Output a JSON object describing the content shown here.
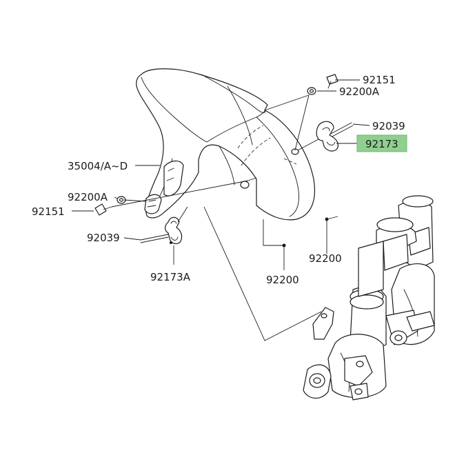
{
  "labels": {
    "p92151_top": "92151",
    "p92200A_top": "92200A",
    "p92039_right": "92039",
    "p92173_highlight": "92173",
    "p35004": "35004/A~D",
    "p92200A_left": "92200A",
    "p92151_left": "92151",
    "p92039_left": "92039",
    "p92173A": "92173A",
    "p92200_right": "92200",
    "p92200_bottom": "92200"
  },
  "colors": {
    "highlight": "#8fcf8f",
    "line": "#1a1a1a"
  }
}
